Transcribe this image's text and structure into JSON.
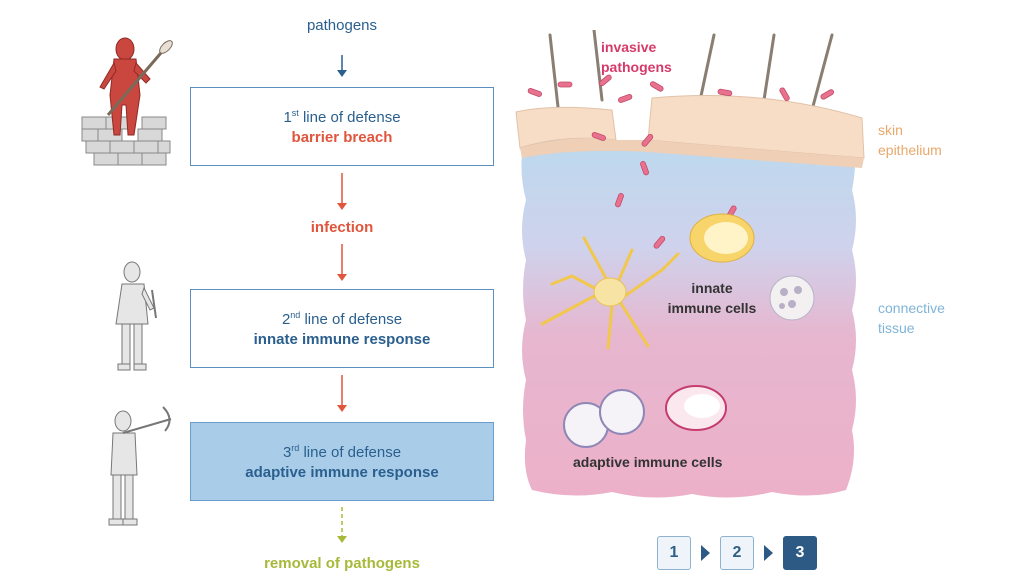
{
  "flow": {
    "top_label": "pathogens",
    "step1": {
      "line": "line of defense",
      "ordinal": "1",
      "suffix": "st",
      "title": "barrier breach"
    },
    "middle_label": "infection",
    "step2": {
      "line": "line of defense",
      "ordinal": "2",
      "suffix": "nd",
      "title": "innate immune response"
    },
    "step3": {
      "line": "line of defense",
      "ordinal": "3",
      "suffix": "rd",
      "title": "adaptive immune response"
    },
    "bottom_label": "removal of pathogens"
  },
  "illustration": {
    "invasive_label_1": "invasive",
    "invasive_label_2": "pathogens",
    "skin_label_1": "skin",
    "skin_label_2": "epithelium",
    "connective_label_1": "connective",
    "connective_label_2": "tissue",
    "innate_label_1": "innate",
    "innate_label_2": "immune cells",
    "adaptive_label": "adaptive immune cells"
  },
  "nav": {
    "pages": [
      "1",
      "2",
      "3"
    ],
    "active": "3"
  },
  "colors": {
    "blue_text": "#2a5f8e",
    "red_text": "#e0553c",
    "green_text": "#a8b93a",
    "pink_text": "#d63a6a",
    "skin_text": "#e8a86b",
    "tissue_text": "#7fb4d8",
    "active_box": "#a9cde9"
  }
}
